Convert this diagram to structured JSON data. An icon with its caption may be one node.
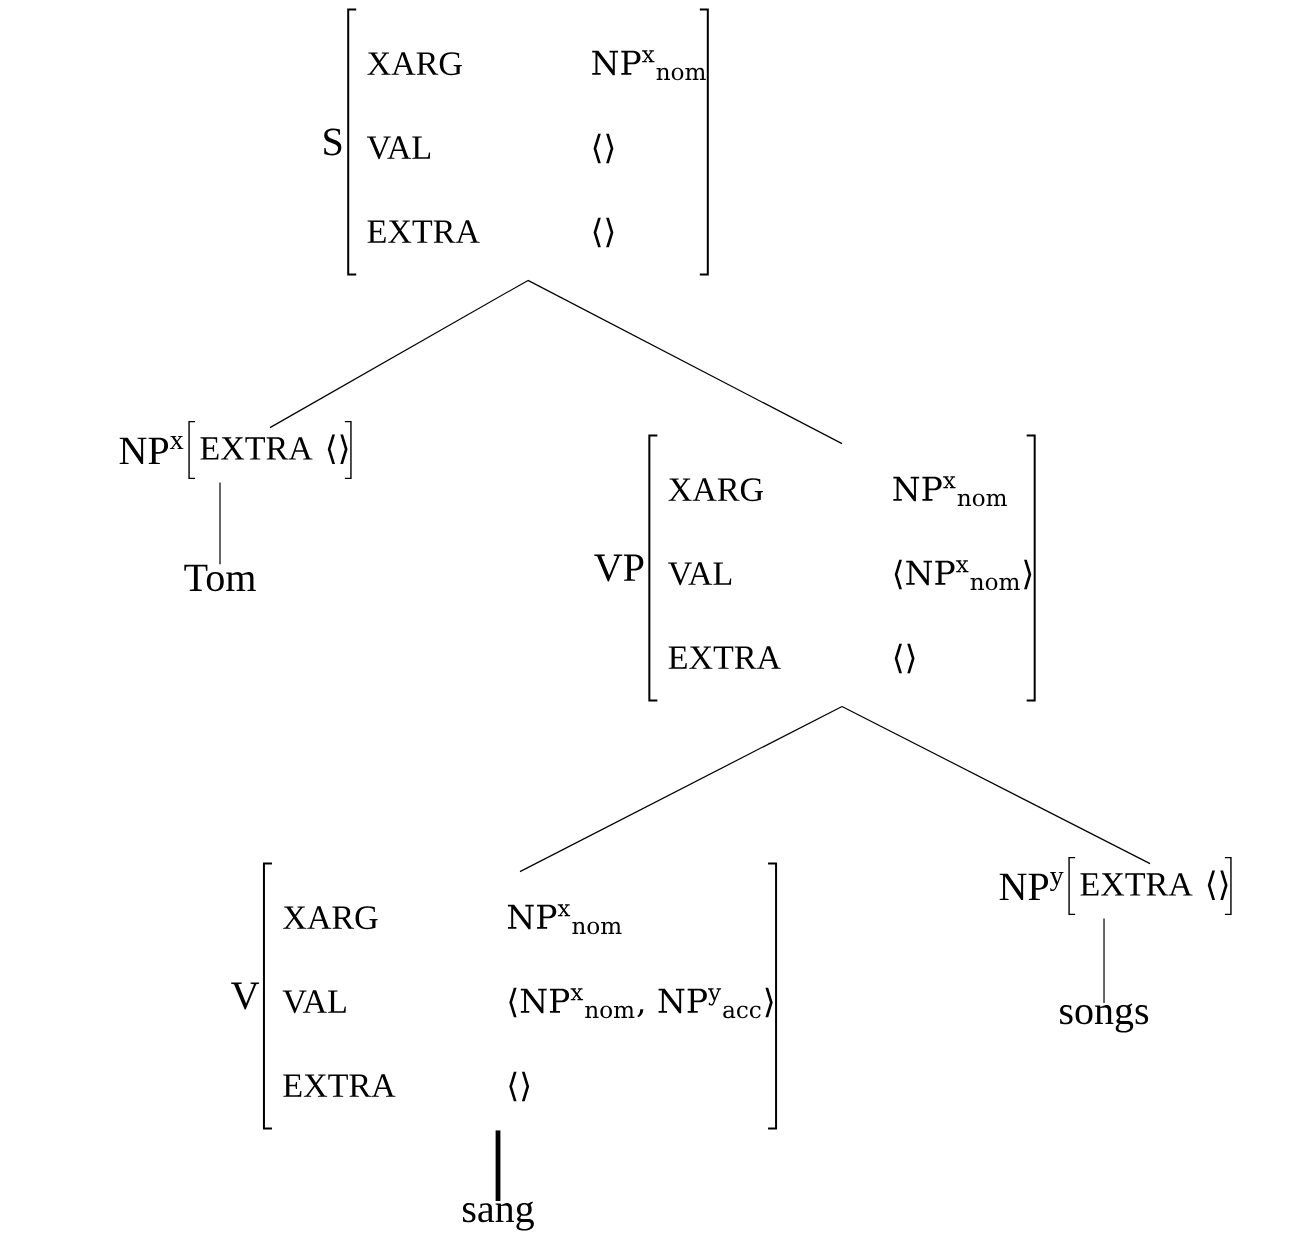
{
  "diagram": {
    "nodes": [
      {
        "text": [
          "S",
          "XARG",
          "NP$^{x}$$_{nom}$",
          "VAL",
          "⟨⟩",
          "EXTRA",
          "⟨⟩"
        ]
      },
      {
        "text": [
          "NP$^{x}$",
          "EXTRA",
          "⟨⟩"
        ]
      },
      {
        "text": [
          "Tom"
        ]
      },
      {
        "text": [
          "VP",
          "XARG",
          "NP$^{x}$$_{nom}$",
          "VAL",
          "⟨NP$^{x}$$_{nom}$⟩",
          "EXTRA",
          "⟨⟩"
        ]
      },
      {
        "text": [
          "V",
          "XARG",
          "NP$^{x}$$_{nom}$",
          "VAL",
          "⟨NP$^{x}$$_{nom}$, NP$^{y}$$_{acc}$⟩",
          "EXTRA",
          "⟨⟩"
        ]
      },
      {
        "text": [
          "NP$^{y}$",
          "EXTRA",
          "⟨⟩"
        ]
      },
      {
        "text": [
          "songs"
        ]
      },
      {
        "text": [
          "sang"
        ]
      }
    ],
    "edges": [
      {
        "from": 0,
        "to": 1,
        "arrow": "none"
      },
      {
        "from": 0,
        "to": 3,
        "arrow": "none"
      },
      {
        "from": 1,
        "to": 2,
        "arrow": "none"
      },
      {
        "from": 3,
        "to": 4,
        "arrow": "none"
      },
      {
        "from": 3,
        "to": 5,
        "arrow": "none"
      },
      {
        "from": 5,
        "to": 6,
        "arrow": "none"
      },
      {
        "from": 4,
        "to": 7,
        "arrow": "none",
        "style": "thick"
      }
    ]
  }
}
